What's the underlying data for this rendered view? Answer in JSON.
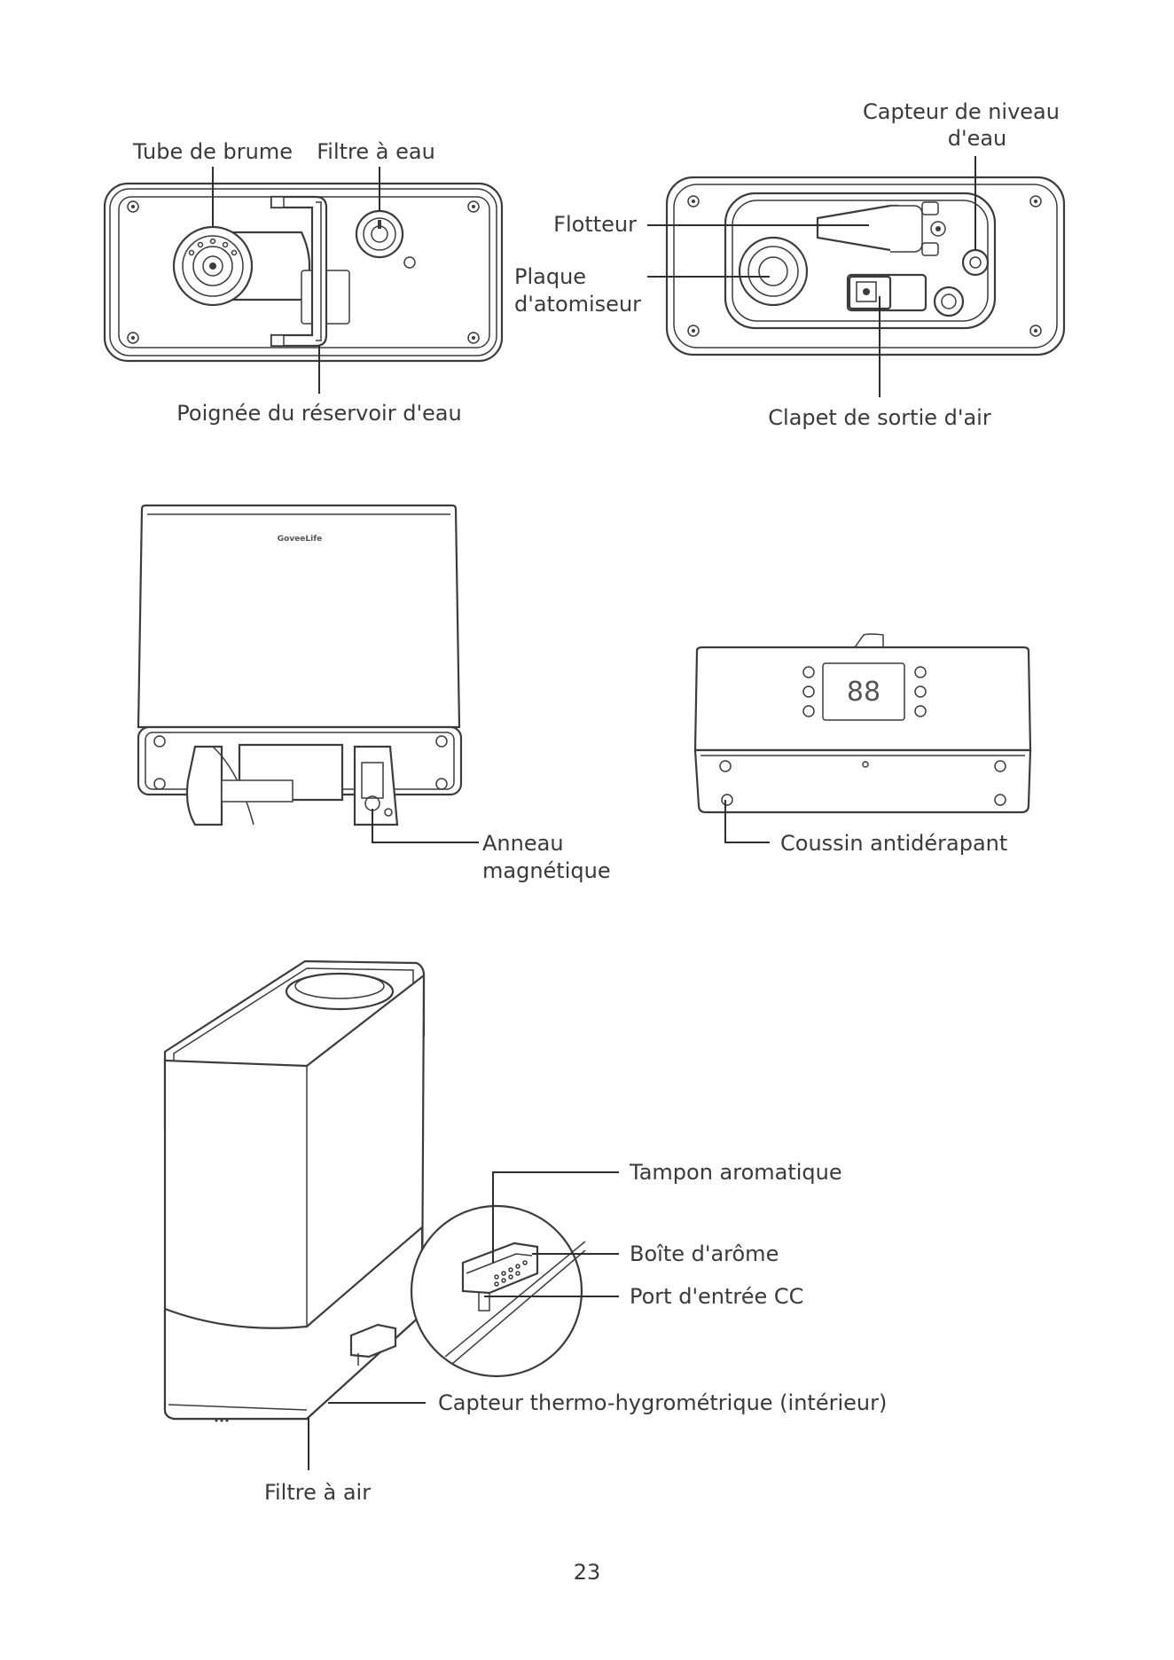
{
  "labels": {
    "mist_tube": "Tube de brume",
    "water_filter": "Filtre à eau",
    "tank_handle": "Poignée du réservoir d'eau",
    "water_level_sensor_l1": "Capteur de niveau",
    "water_level_sensor_l2": "d'eau",
    "float": "Flotteur",
    "atomizer_l1": "Plaque",
    "atomizer_l2": "d'atomiseur",
    "air_outlet_valve": "Clapet de sortie d'air",
    "magnetic_ring_l1": "Anneau",
    "magnetic_ring_l2": "magnétique",
    "anti_slip_pad": "Coussin antidérapant",
    "aroma_pad": "Tampon aromatique",
    "aroma_box": "Boîte d'arôme",
    "dc_port": "Port d'entrée CC",
    "thermo_sensor": "Capteur thermo-hygrométrique (intérieur)",
    "air_filter": "Filtre à air"
  },
  "brand_logo": "GoveeLife",
  "page_number": "23"
}
